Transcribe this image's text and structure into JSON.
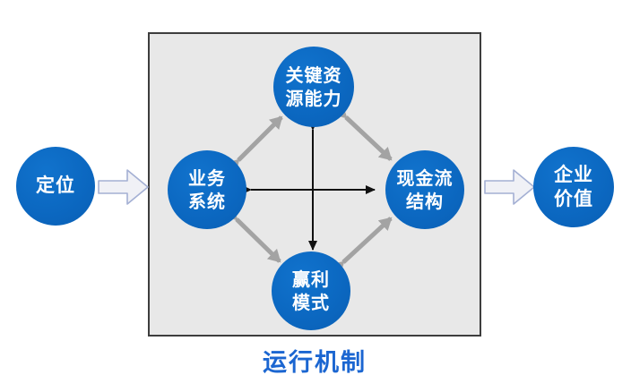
{
  "colors": {
    "node_blue": "#0b6bc3",
    "caption_blue": "#1b66d1",
    "box_bg": "#e8e8e8",
    "box_border": "#3d3d3d",
    "gray_arrow": "#a3a3a3",
    "black_arrow": "#111111",
    "block_arrow_fill": "#f0f1f6",
    "block_arrow_border": "#a4b0d4"
  },
  "nodes": {
    "positioning": {
      "lines": [
        "定位"
      ]
    },
    "key_resources": {
      "lines": [
        "关键资",
        "源能力"
      ]
    },
    "business_system": {
      "lines": [
        "业务",
        "系统"
      ]
    },
    "cash_flow": {
      "lines": [
        "现金流",
        "结构"
      ]
    },
    "profit_model": {
      "lines": [
        "赢利",
        "模式"
      ]
    },
    "enterprise_value": {
      "lines": [
        "企业",
        "价值"
      ]
    }
  },
  "caption": "运行机制"
}
